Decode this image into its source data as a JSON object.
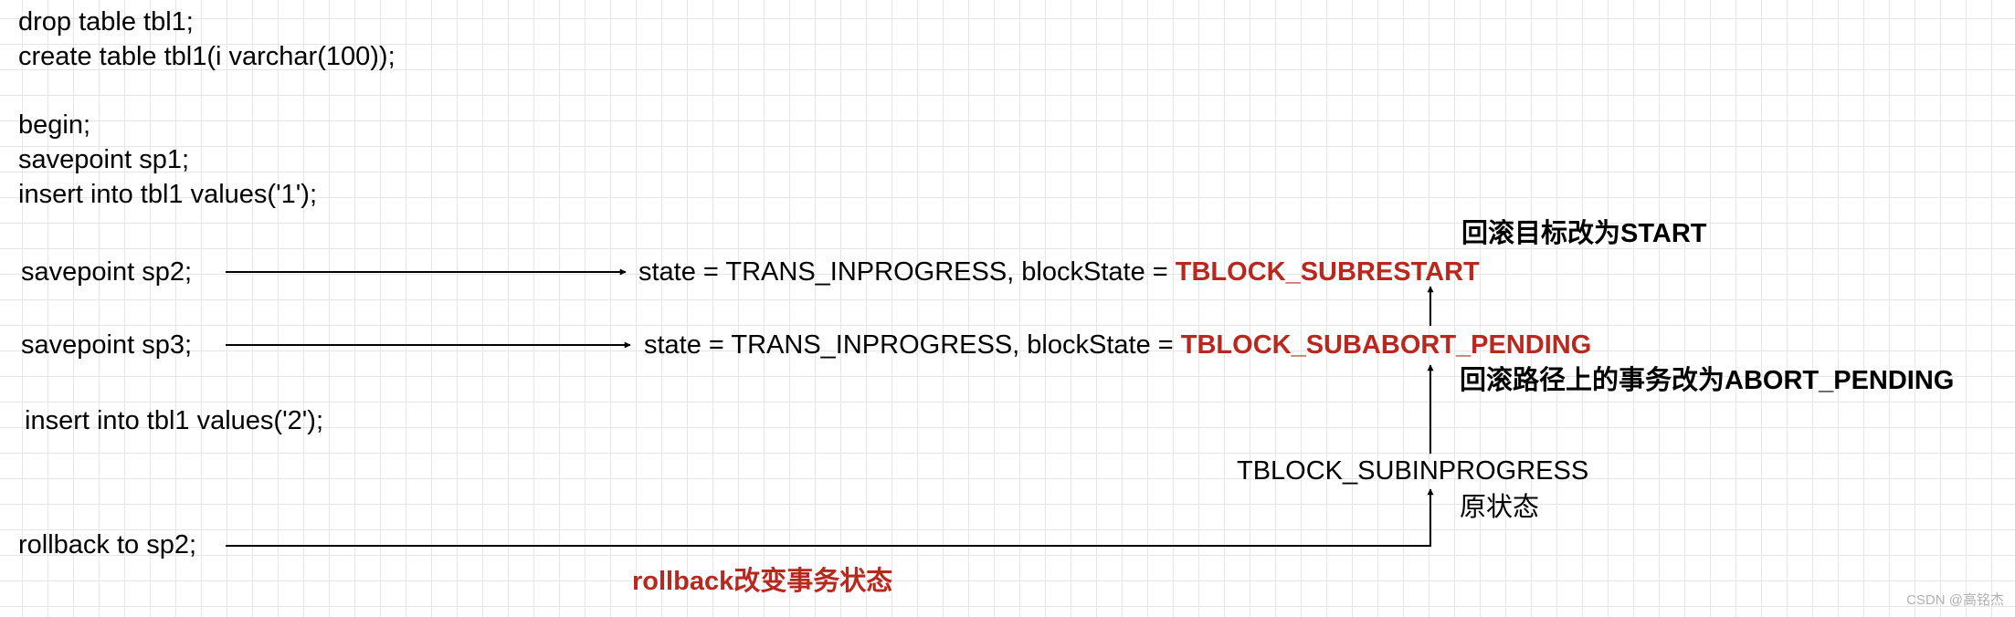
{
  "code_lines": [
    "drop table tbl1;",
    "create table tbl1(i varchar(100));",
    "begin;",
    "savepoint sp1;",
    "insert into tbl1 values('1');"
  ],
  "steps": {
    "sp2": "savepoint sp2;",
    "sp3": "savepoint sp3;",
    "insert2": "insert into tbl1 values('2');",
    "rollback": "rollback to sp2;"
  },
  "states": {
    "sp2_prefix": "state = TRANS_INPROGRESS, blockState = ",
    "sp2_value": "TBLOCK_SUBRESTART",
    "sp3_prefix": "state = TRANS_INPROGRESS, blockState = ",
    "sp3_value": "TBLOCK_SUBABORT_PENDING",
    "original": "TBLOCK_SUBINPROGRESS"
  },
  "notes": {
    "rollback_target": "回滚目标改为START",
    "rollback_path": "回滚路径上的事务改为ABORT_PENDING",
    "original_state": "原状态",
    "rollback_changes": "rollback改变事务状态"
  },
  "watermark": "CSDN @高铭杰",
  "colors": {
    "highlight": "#b8281e",
    "text": "#000000",
    "grid": "#e6e6e6"
  }
}
